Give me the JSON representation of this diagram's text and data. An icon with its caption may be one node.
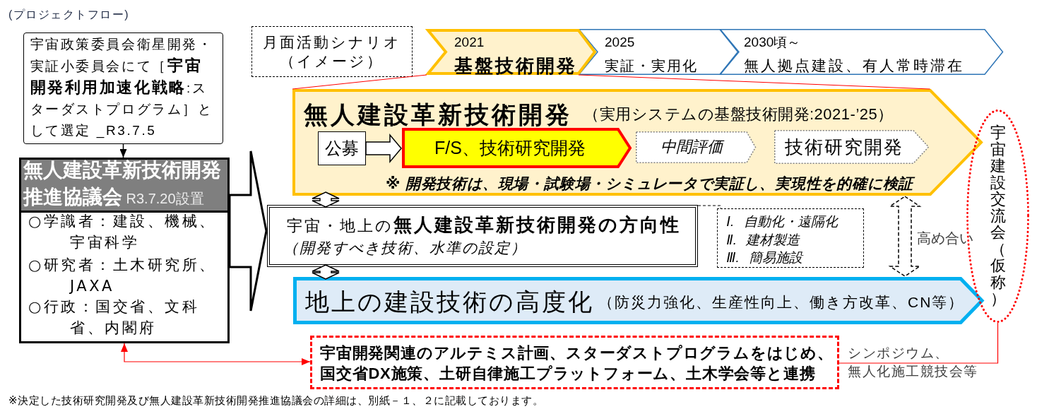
{
  "diagram": {
    "title": "(プロジェクトフロー)",
    "nodes": [
      {
        "text": [
          "宇宙政策委員会衛星開発・実証小委員会にて［**宇宙開発利用加速化戦略**:スターダストプログラム］として選定 _R3.7.5"
        ]
      },
      {
        "text": [
          "**無人建設革新技術開発推進協議会** R3.7.20設置",
          "○学識者：建設、機械、宇宙科学",
          "○研究者：土木研究所、JAXA",
          "○行政：国交省、文科省、内閣府"
        ]
      },
      {
        "text": [
          "月面活動シナリオ",
          "（イメージ）"
        ]
      },
      {
        "text": [
          "2021",
          "基盤技術開発"
        ]
      },
      {
        "text": [
          "2025",
          "実証・実用化"
        ]
      },
      {
        "text": [
          "2030頃～",
          "無人拠点建設、有人常時滞在"
        ]
      },
      {
        "text": [
          "無人建設革新技術開発",
          "（実用システムの基盤技術開発:2021-’25）",
          "※ 開発技術は、現場・試験場・シミュレータで実証し、実現性を的確に検証"
        ]
      },
      {
        "text": [
          "公募"
        ],
        "in": 6
      },
      {
        "text": [
          "F/S、技術研究開発"
        ],
        "in": 6
      },
      {
        "text": [
          "中間評価"
        ],
        "in": 6
      },
      {
        "text": [
          "技術研究開発"
        ],
        "in": 6
      },
      {
        "text": [
          "宇宙・地上の**無人建設革新技術開発の方向性**",
          "（開発すべき技術、水準の設定）"
        ]
      },
      {
        "text": [
          "Ⅰ. 自動化・遠隔化",
          "Ⅱ. 建材製造",
          "Ⅲ. 簡易施設"
        ]
      },
      {
        "text": [
          "地上の建設技術の高度化",
          "（防災力強化、生産性向上、働き方改革、CN等）"
        ]
      },
      {
        "text": [
          "宇宙建設交流会（仮称）"
        ]
      },
      {
        "text": [
          "宇宙開発関連のアルテミス計画、スターダストプログラムをはじめ、国交省DX施策、土研自律施工プラットフォーム、土木学会等と連携"
        ]
      }
    ],
    "edges": [
      {
        "from": 0,
        "to": 1,
        "arrow": "to",
        "color": "#000000"
      },
      {
        "from": 3,
        "to": 6,
        "arrow": "none",
        "color": "#ff0000"
      },
      {
        "from": 3,
        "to": 6,
        "arrow": "none",
        "color": "#ff0000"
      },
      {
        "from": 1,
        "to": 11,
        "arrow": "to"
      },
      {
        "from": 7,
        "to": 8,
        "arrow": "to"
      },
      {
        "from": 6,
        "to": 11,
        "arrow": "both"
      },
      {
        "from": 11,
        "to": 13,
        "arrow": "both"
      },
      {
        "from": 6,
        "to": 13,
        "arrow": "both",
        "style": "dashed",
        "label": "高め合い"
      },
      {
        "from": 11,
        "to": 12,
        "arrow": "none",
        "style": "dashed",
        "color": "#000000"
      },
      {
        "from": 15,
        "to": 1,
        "arrow": "both",
        "color": "#ff0000"
      },
      {
        "from": 14,
        "to": 15,
        "arrow": "none",
        "color": "#ff0000",
        "label": "シンポジウム、無人化施工競技会等"
      }
    ],
    "labels": [
      "※決定した技術研究開発及び無人建設革新技術開発推進協議会の詳細は、別紙－１、２に記載しております。"
    ]
  }
}
